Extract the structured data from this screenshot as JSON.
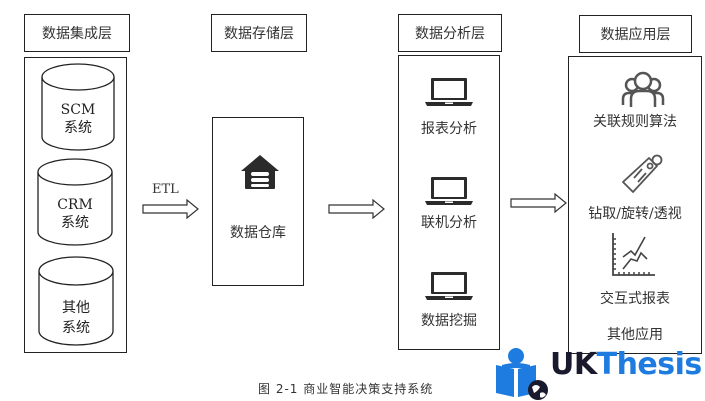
{
  "layers": {
    "integration": {
      "title": "数据集成层",
      "systems": [
        {
          "line1": "SCM",
          "line2": "系统"
        },
        {
          "line1": "CRM",
          "line2": "系统"
        },
        {
          "line1": "其他",
          "line2": "系统"
        }
      ]
    },
    "storage": {
      "title": "数据存储层",
      "item": {
        "label": "数据仓库",
        "icon": "warehouse-icon"
      }
    },
    "analysis": {
      "title": "数据分析层",
      "items": [
        {
          "label": "报表分析",
          "icon": "laptop-icon"
        },
        {
          "label": "联机分析",
          "icon": "laptop-icon"
        },
        {
          "label": "数据挖掘",
          "icon": "laptop-icon"
        }
      ]
    },
    "application": {
      "title": "数据应用层",
      "items": [
        {
          "label": "关联规则算法",
          "icon": "users-group-icon"
        },
        {
          "label": "钻取/旋转/透视",
          "icon": "tag-icon"
        },
        {
          "label": "交互式报表",
          "icon": "line-chart-icon"
        },
        {
          "label": "其他应用",
          "icon": ""
        }
      ]
    }
  },
  "arrows": {
    "etl_label": "ETL"
  },
  "caption": "图 2-1 商业智能决策支持系统",
  "watermark": {
    "text_uk": "UK",
    "text_thesis": "Thesis",
    "color_dark": "#1a1a2e",
    "color_blue": "#1e7be0"
  }
}
